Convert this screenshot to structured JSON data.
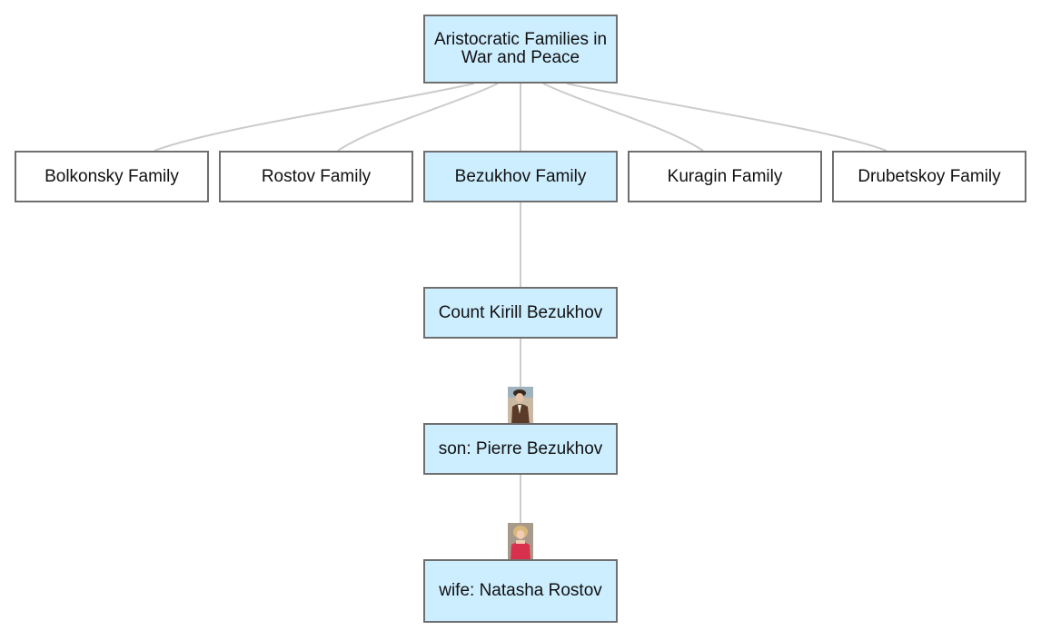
{
  "colors": {
    "highlight_fill": "#cdeeff",
    "node_border": "#6f6f6f",
    "edge": "#cccccc"
  },
  "nodes": {
    "root": {
      "label": "Aristocratic Families in War and Peace",
      "highlighted": true
    },
    "families": [
      {
        "label": "Bolkonsky Family",
        "highlighted": false
      },
      {
        "label": "Rostov Family",
        "highlighted": false
      },
      {
        "label": "Bezukhov Family",
        "highlighted": true
      },
      {
        "label": "Kuragin Family",
        "highlighted": false
      },
      {
        "label": "Drubetskoy Family",
        "highlighted": false
      }
    ],
    "count": {
      "label": "Count Kirill Bezukhov",
      "highlighted": true
    },
    "son": {
      "label": "son: Pierre Bezukhov",
      "highlighted": true
    },
    "wife": {
      "label": "wife: Natasha Rostov",
      "highlighted": true
    }
  }
}
